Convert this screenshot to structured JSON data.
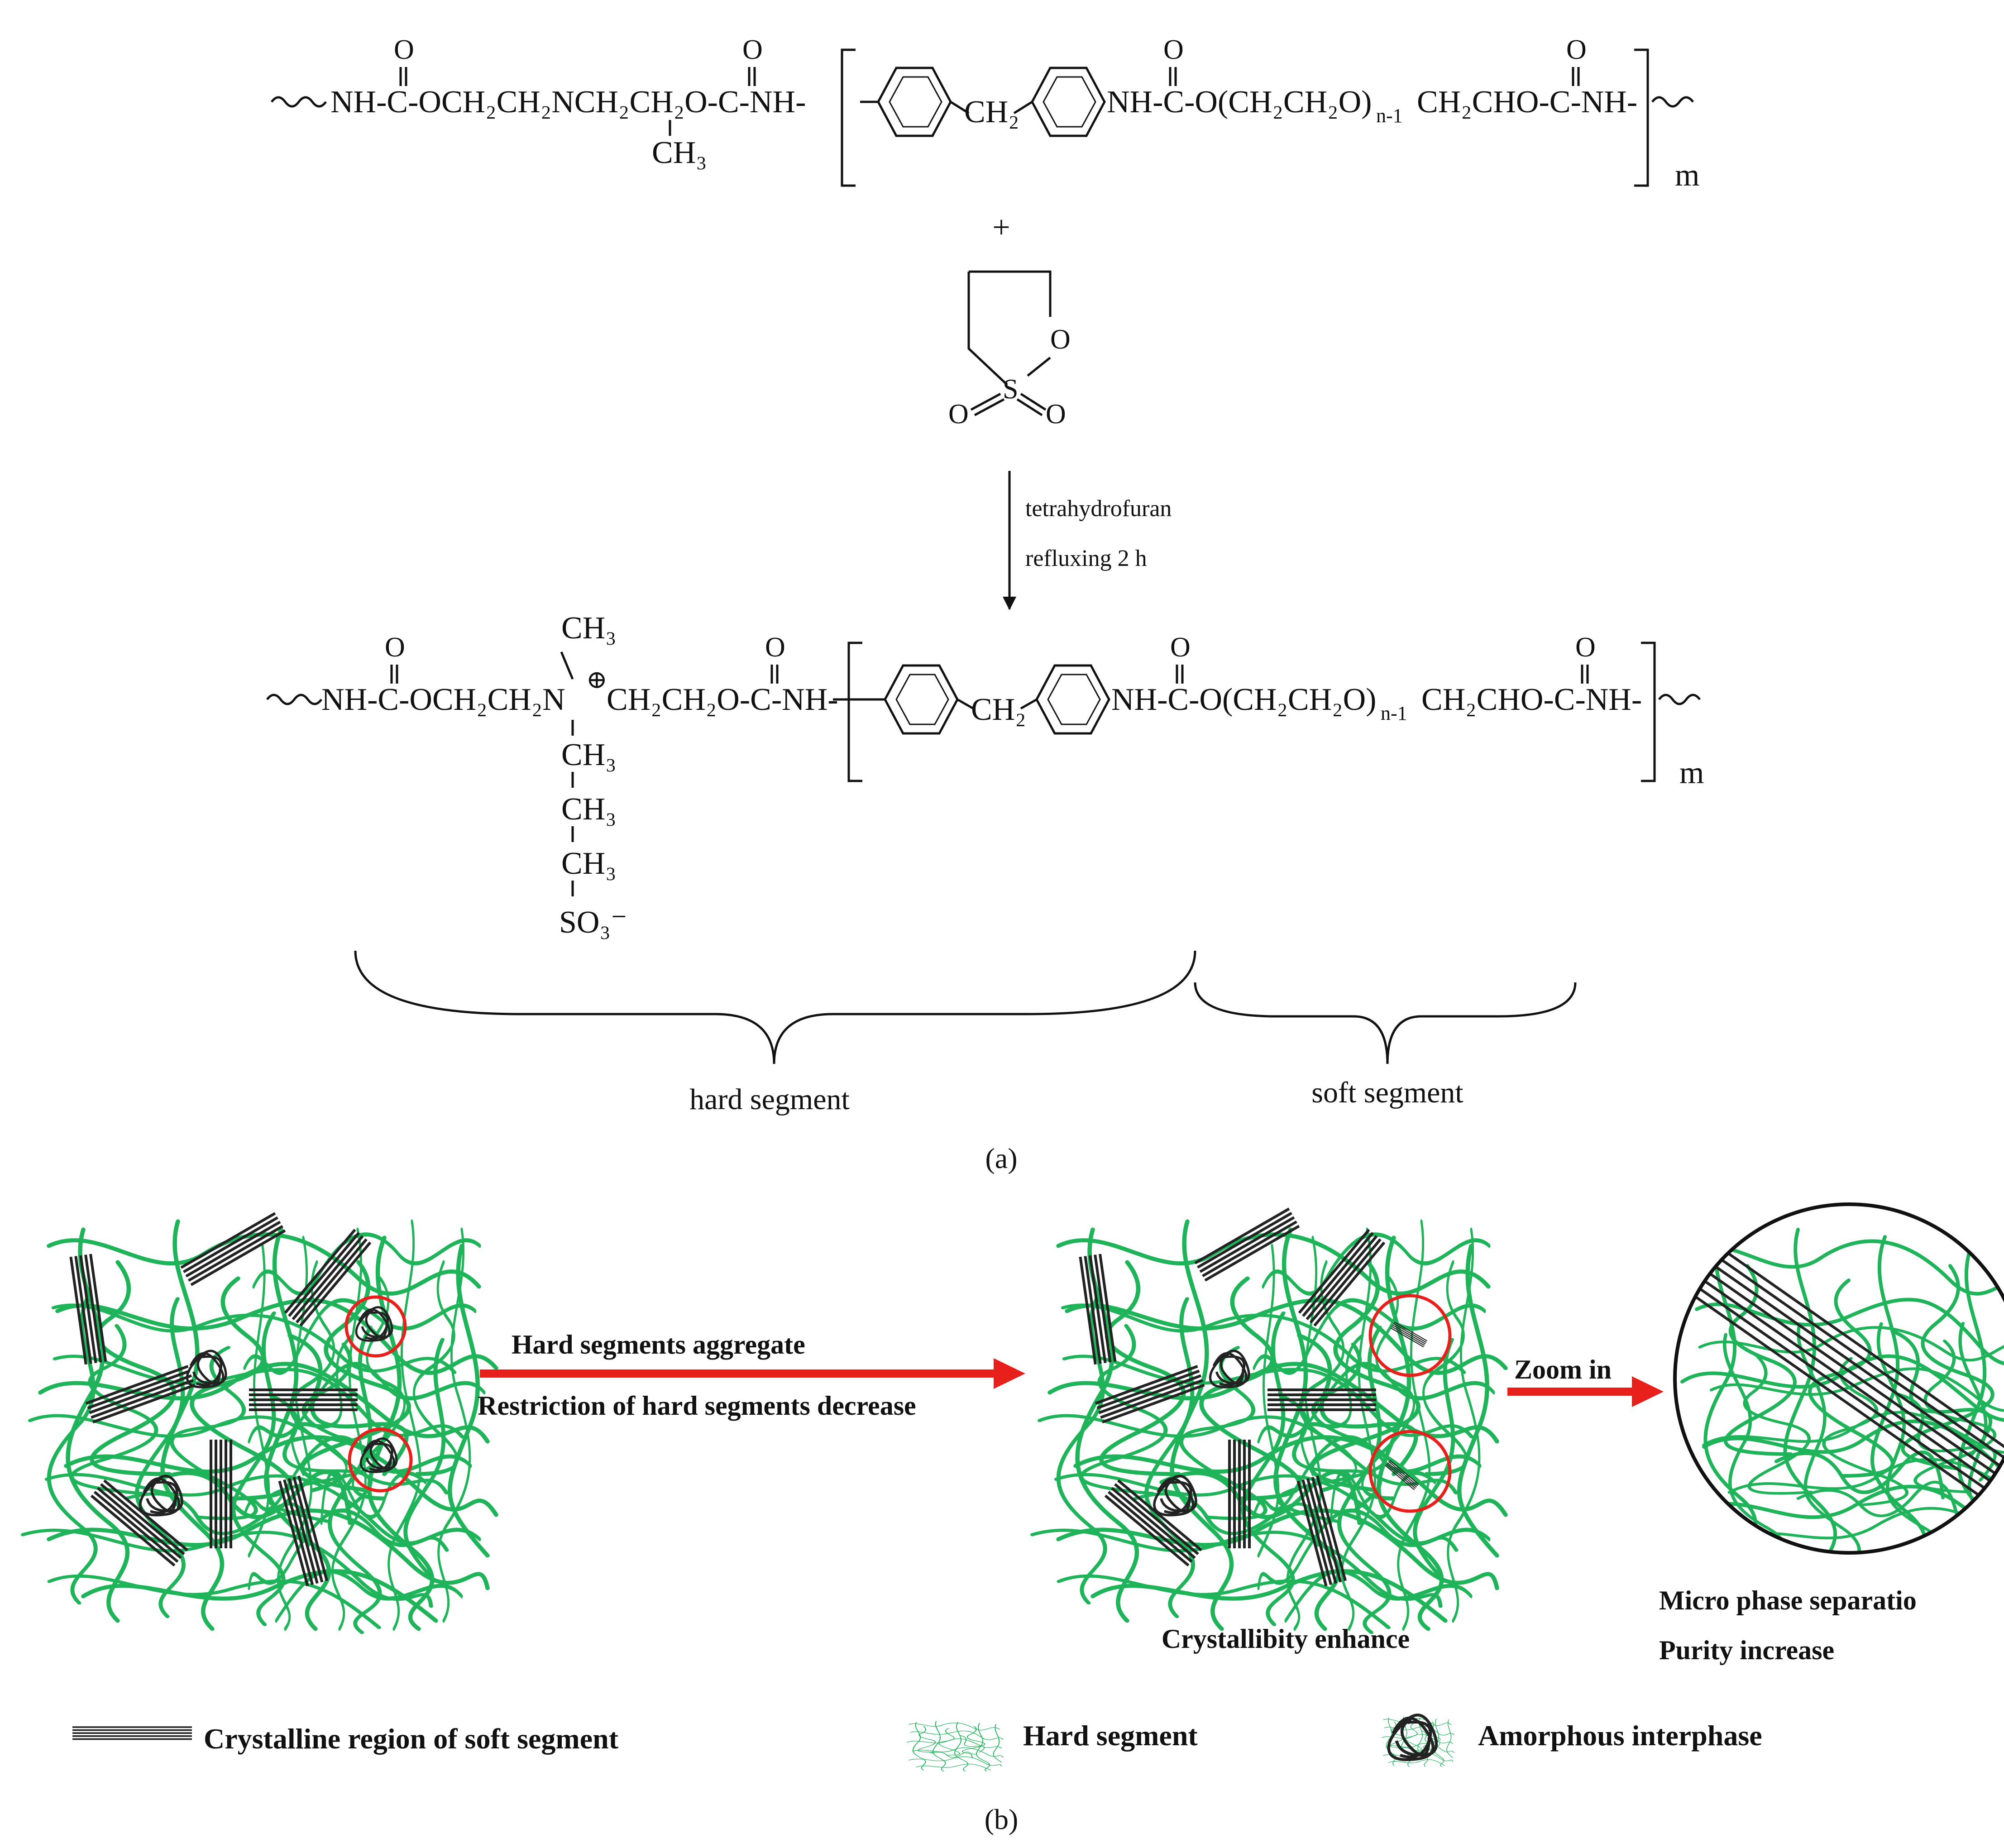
{
  "reaction": {
    "reactant": {
      "left": "NH-C-OCH₂CH₂NCH₂CH₂O-C-NH-",
      "methyl": "CH₃",
      "mid": "CH₂",
      "right": "NH-C-O(CH₂CH₂O)",
      "n1": "n-1",
      "tail": "CH₂CHO-C-NH-",
      "o_label": "O",
      "m": "m"
    },
    "plus": "+",
    "sultone": {
      "o_ring": "O",
      "s": "S",
      "o_left": "O",
      "o_right": "O"
    },
    "conditions": [
      "tetrahydrofuran",
      "refluxing 2 h"
    ],
    "product": {
      "left": "NH-C-OCH₂CH₂N",
      "plus_charge": "⊕",
      "after_n": "CH₂CH₂O-C-NH-",
      "top_methyl": "CH₃",
      "chain": [
        "CH₃",
        "CH₃",
        "CH₃"
      ],
      "sulfonate": "SO₃⁻",
      "mid": "CH₂",
      "right": "NH-C-O(CH₂CH₂O)",
      "n1": "n-1",
      "tail": "CH₂CHO-C-NH-",
      "o_label": "O",
      "m": "m"
    },
    "hard_label": "hard segment",
    "soft_label": "soft segment",
    "panel_label": "(a)"
  },
  "panel_b": {
    "arrow1_top": "Hard segments  aggregate",
    "arrow1_bottom": "Restriction of hard segments decrease",
    "caption_middle": "Crystallibity enhance",
    "arrow2_label": "Zoom in",
    "zoom_line1": "Micro phase separatio",
    "zoom_line2": "Purity increase",
    "legend": {
      "crystalline": "Crystalline region of soft segment",
      "hard": "Hard segment",
      "amorphous": "Amorphous interphase"
    },
    "panel_label": "(b)"
  },
  "colors": {
    "green": "#1fb35a",
    "red": "#e8201c",
    "black": "#111111"
  }
}
